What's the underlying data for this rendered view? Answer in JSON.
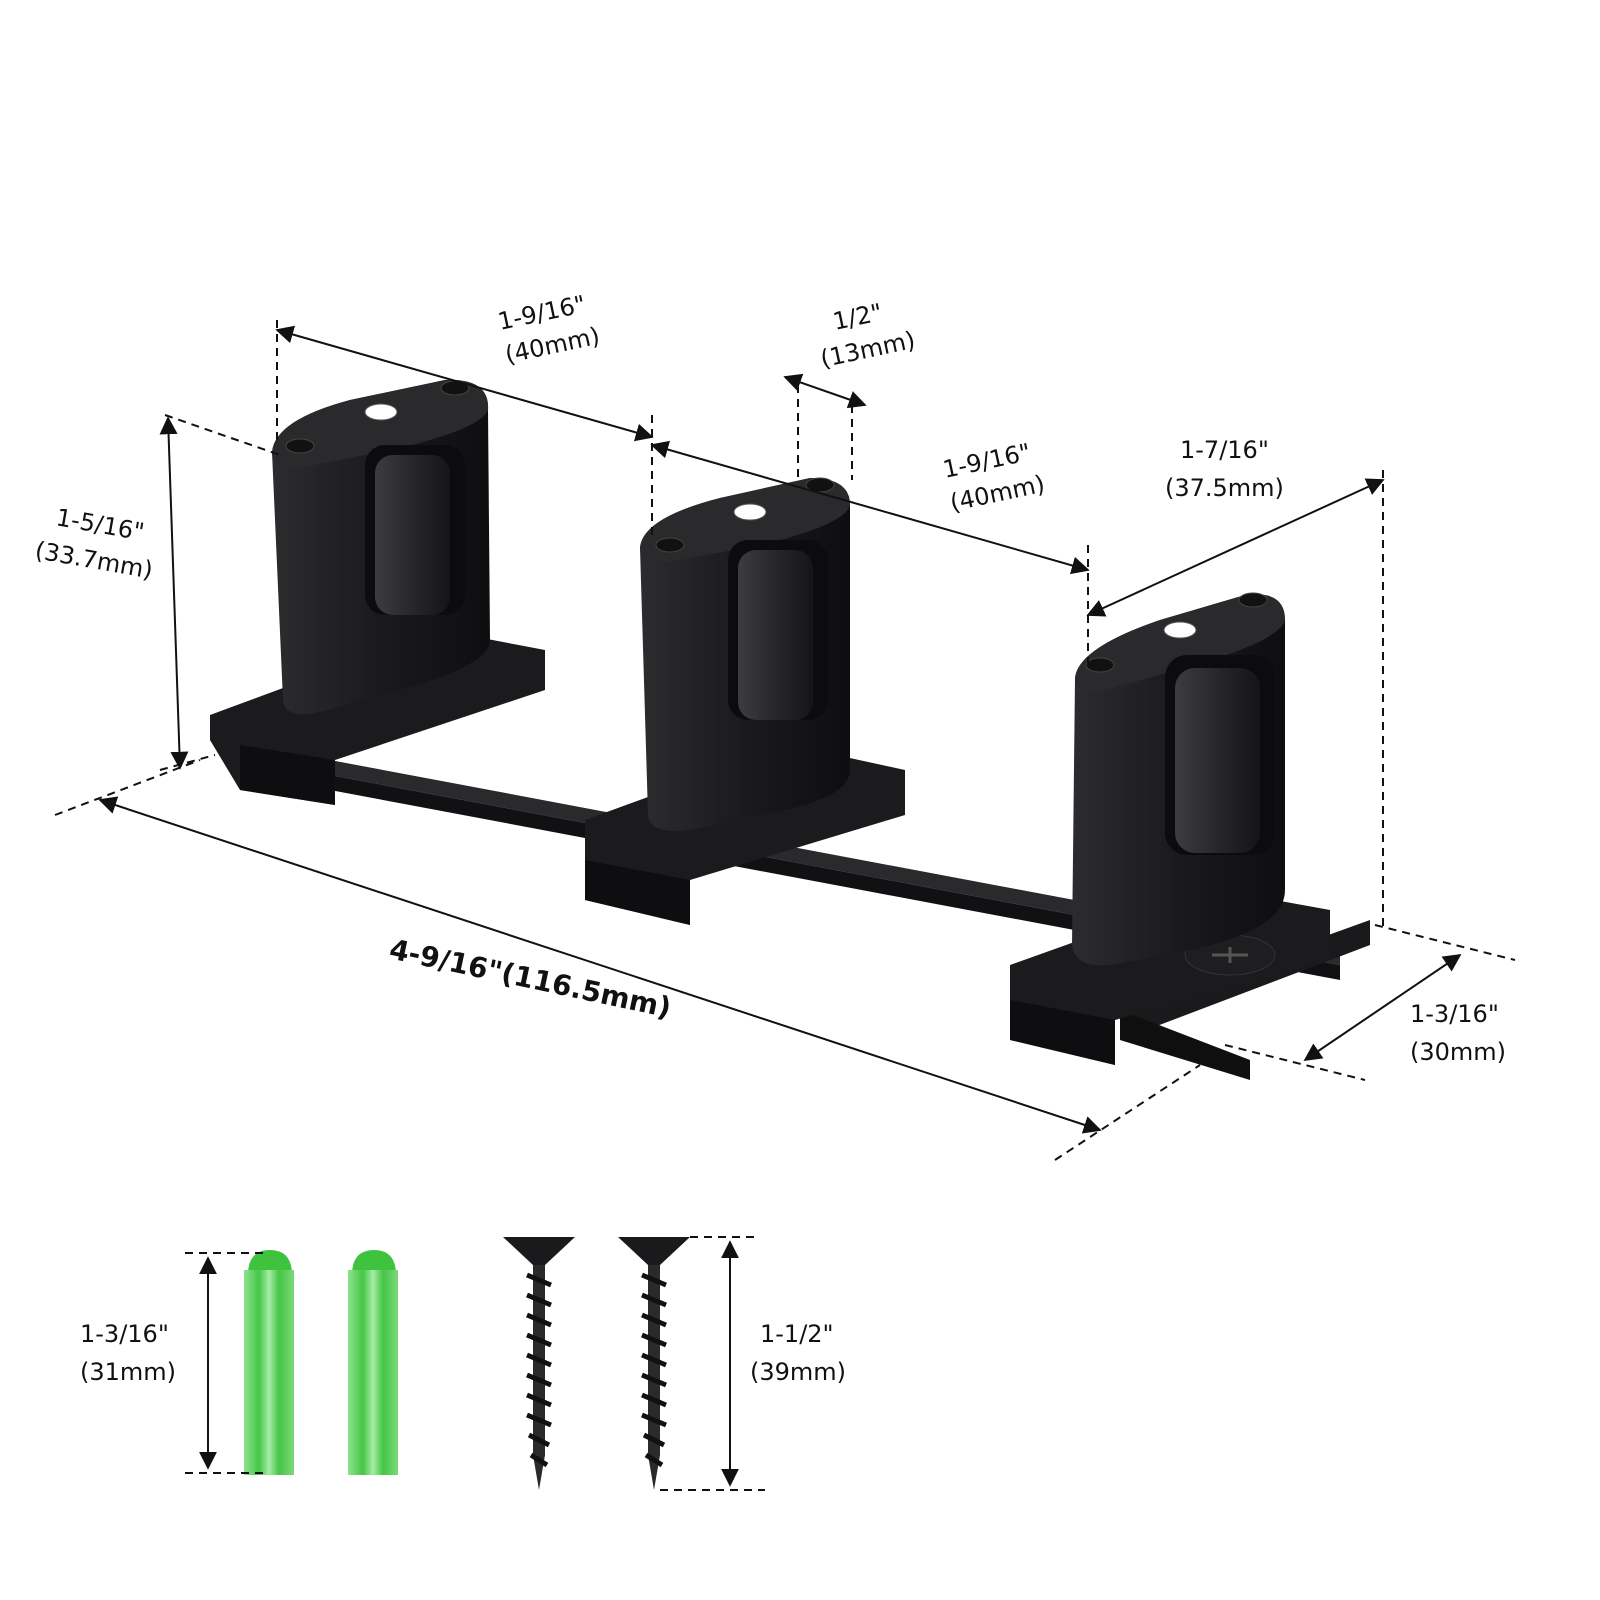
{
  "title": "Sliding door floor guide dimension diagram",
  "colors": {
    "product": "#1c1c1e",
    "product_highlight": "#3a3a3c",
    "anchor_green": "#5ed65e",
    "anchor_green_dark": "#38b838",
    "line": "#111111",
    "background": "#ffffff"
  },
  "dimensions": {
    "pitch_1": {
      "inch": "1-9/16\"",
      "mm": "(40mm)"
    },
    "slot_width": {
      "inch": "1/2\"",
      "mm": "(13mm)"
    },
    "pitch_2": {
      "inch": "1-9/16\"",
      "mm": "(40mm)"
    },
    "roller_depth": {
      "inch": "1-7/16\"",
      "mm": "(37.5mm)"
    },
    "height": {
      "inch": "1-5/16\"",
      "mm": "(33.7mm)"
    },
    "total_length": {
      "label": "4-9/16\"(116.5mm)"
    },
    "base_width": {
      "inch": "1-3/16\"",
      "mm": "(30mm)"
    }
  },
  "accessories": {
    "anchor": {
      "inch": "1-3/16\"",
      "mm": "(31mm)",
      "count": 2
    },
    "screw": {
      "inch": "1-1/2\"",
      "mm": "(39mm)",
      "count": 2
    }
  }
}
